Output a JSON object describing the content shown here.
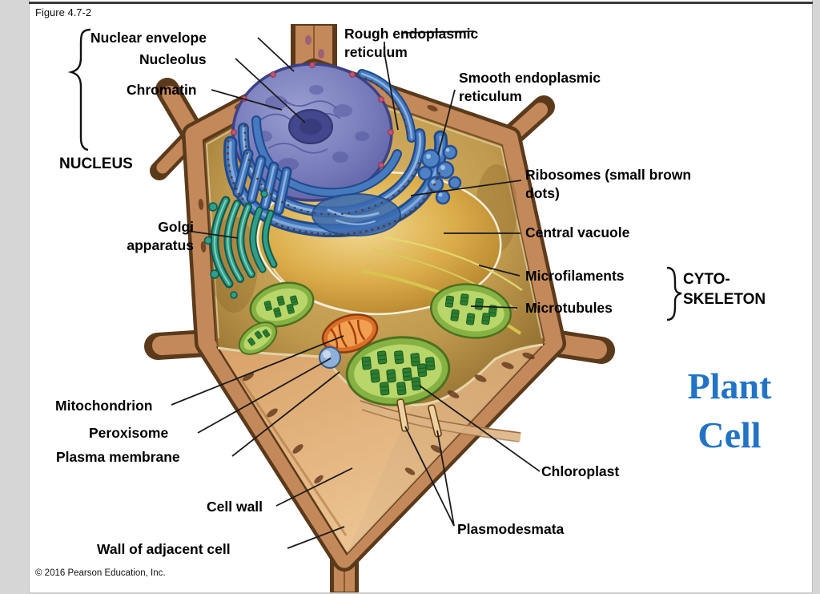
{
  "figure": {
    "number": "Figure 4.7-2",
    "copyright": "© 2016 Pearson Education, Inc.",
    "cell_type_title": "Plant\nCell"
  },
  "labels": {
    "nuclear_envelope": "Nuclear envelope",
    "nucleolus": "Nucleolus",
    "chromatin": "Chromatin",
    "nucleus": "NUCLEUS",
    "rough_er": "Rough endoplasmic\nreticulum",
    "smooth_er": "Smooth endoplasmic\nreticulum",
    "ribosomes": "Ribosomes (small brown\ndots)",
    "central_vacuole": "Central vacuole",
    "microfilaments": "Microfilaments",
    "microtubules": "Microtubules",
    "cytoskeleton": "CYTO-\nSKELETON",
    "golgi_apparatus": "Golgi\napparatus",
    "mitochondrion": "Mitochondrion",
    "peroxisome": "Peroxisome",
    "plasma_membrane": "Plasma membrane",
    "cell_wall": "Cell wall",
    "wall_of_adjacent_cell": "Wall of adjacent cell",
    "chloroplast": "Chloroplast",
    "plasmodesmata": "Plasmodesmata"
  },
  "colors": {
    "title_blue": "#2273c5",
    "cell_wall_tan": "#c4895a",
    "wall_edge_brown": "#5b3a1c",
    "cytoplasm_gold": "#c09a4e",
    "vacuole_gold": "#dcae4b",
    "nucleus_purple": "#7478b8",
    "nucleolus_purple": "#43478e",
    "er_blue": "#4679bd",
    "golgi_teal": "#2f9e8a",
    "chloroplast_green": "#86b244",
    "granum_green": "#2e7d32",
    "mitochondrion_orange": "#d96f28",
    "peroxisome_blue": "#8fb0d8",
    "ribosome_brown": "#6b3410"
  }
}
